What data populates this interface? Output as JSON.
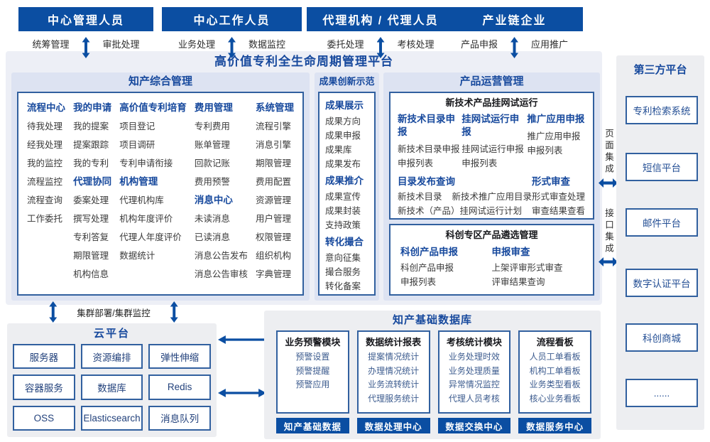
{
  "colors": {
    "primary": "#0b4ea2",
    "title_blue": "#17499d",
    "section_bg": "#dde3f2",
    "panel_bg": "#edeef1",
    "platform_bg": "#edeff6",
    "box_border": "#31609f",
    "item_text": "#3a3a3a",
    "db_item_text": "#3d5c8f",
    "bar_text": "#ffffff"
  },
  "actors": [
    {
      "name": "中心管理人员",
      "left": "统筹管理",
      "right": "审批处理"
    },
    {
      "name": "中心工作人员",
      "left": "业务处理",
      "right": "数据监控"
    },
    {
      "name": "代理机构 / 代理人员",
      "left": "委托处理",
      "right": "考核处理"
    },
    {
      "name": "产业链企业",
      "left": "产品申报",
      "right": "应用推广"
    }
  ],
  "platform": {
    "title": "高价值专利全生命周期管理平台",
    "ip": {
      "title": "知产综合管理",
      "columns": [
        {
          "groups": [
            {
              "title": "流程中心",
              "items": [
                "待我处理",
                "经我处理",
                "我的监控",
                "流程监控",
                "流程查询",
                "工作委托"
              ]
            }
          ]
        },
        {
          "groups": [
            {
              "title": "我的申请",
              "items": [
                "我的提案",
                "提案跟踪",
                "我的专利"
              ]
            },
            {
              "title": "代理协同",
              "items": [
                "委案处理",
                "撰写处理",
                "专利答复",
                "期限管理",
                "机构信息"
              ]
            }
          ]
        },
        {
          "groups": [
            {
              "title": "高价值专利培育",
              "items": [
                "项目登记",
                "项目调研",
                "专利申请衔接"
              ]
            },
            {
              "title": "机构管理",
              "items": [
                "代理机构库",
                "机构年度评价",
                "代理人年度评价",
                "数据统计"
              ]
            }
          ]
        },
        {
          "groups": [
            {
              "title": "费用管理",
              "items": [
                "专利费用",
                "账单管理",
                "回款记账",
                "费用预警"
              ]
            },
            {
              "title": "消息中心",
              "items": [
                "未读消息",
                "已读消息",
                "消息公告发布",
                "消息公告审核"
              ]
            }
          ]
        },
        {
          "groups": [
            {
              "title": "系统管理",
              "items": [
                "流程引擎",
                "消息引擎",
                "期限管理",
                "费用配置",
                "资源管理",
                "用户管理",
                "权限管理",
                "组织机构",
                "字典管理"
              ]
            }
          ]
        }
      ]
    },
    "ach": {
      "title": "成果创新示范",
      "groups": [
        {
          "title": "成果展示",
          "items": [
            "成果方向",
            "成果申报",
            "成果库",
            "成果发布"
          ]
        },
        {
          "title": "成果推介",
          "items": [
            "成果宣传",
            "成果封装",
            "支持政策"
          ]
        },
        {
          "title": "转化撮合",
          "items": [
            "意向征集",
            "撮合服务",
            "转化备案"
          ]
        }
      ]
    },
    "ops": {
      "title": "产品运营管理",
      "box1": {
        "title": "新技术产品挂网试运行",
        "columns": [
          {
            "title": "新技术目录申报",
            "items": [
              "新技术目录申报",
              "申报列表"
            ]
          },
          {
            "title": "挂网试运行申报",
            "items": [
              "挂网试运行申报",
              "申报列表"
            ]
          },
          {
            "title": "推广应用申报",
            "items": [
              "推广应用申报",
              "申报列表"
            ]
          }
        ],
        "catalog": {
          "title": "目录发布查询",
          "items": [
            "新技术目录",
            "新技术推广应用目录",
            "新技术（产品）挂网试运行计划"
          ]
        },
        "review": {
          "title": "形式审查",
          "items": [
            "形式审查处理",
            "审查结果查看"
          ]
        }
      },
      "box2": {
        "title": "科创专区产品遴选管理",
        "columns": [
          {
            "title": "科创产品申报",
            "items": [
              "科创产品申报",
              "申报列表"
            ]
          },
          {
            "title": "申报审查",
            "items": [
              "上架评审形式审查",
              "评审结果查询"
            ]
          }
        ]
      }
    }
  },
  "integration": {
    "page_label": "页面集成",
    "api_label": "接口集成"
  },
  "third_party": {
    "title": "第三方平台",
    "systems": [
      "专利检索系统",
      "短信平台",
      "邮件平台",
      "数字认证平台",
      "科创商城",
      "......"
    ]
  },
  "cluster_label": "集群部署/集群监控",
  "cloud": {
    "title": "云平台",
    "services": [
      "服务器",
      "资源编排",
      "弹性伸缩",
      "容器服务",
      "数据库",
      "Redis",
      "OSS",
      "Elasticsearch",
      "消息队列"
    ]
  },
  "database": {
    "title": "知产基础数据库",
    "modules": [
      {
        "title": "业务预警模块",
        "items": [
          "预警设置",
          "预警提醒",
          "预警应用"
        ],
        "bar": "知产基础数据"
      },
      {
        "title": "数据统计报表",
        "items": [
          "提案情况统计",
          "办理情况统计",
          "业务流转统计",
          "代理服务统计"
        ],
        "bar": "数据处理中心"
      },
      {
        "title": "考核统计模块",
        "items": [
          "业务处理时效",
          "业务处理质量",
          "异常情况监控",
          "代理人员考核"
        ],
        "bar": "数据交换中心"
      },
      {
        "title": "流程看板",
        "items": [
          "人员工单看板",
          "机构工单看板",
          "业务类型看板",
          "核心业务看板"
        ],
        "bar": "数据服务中心"
      }
    ]
  }
}
